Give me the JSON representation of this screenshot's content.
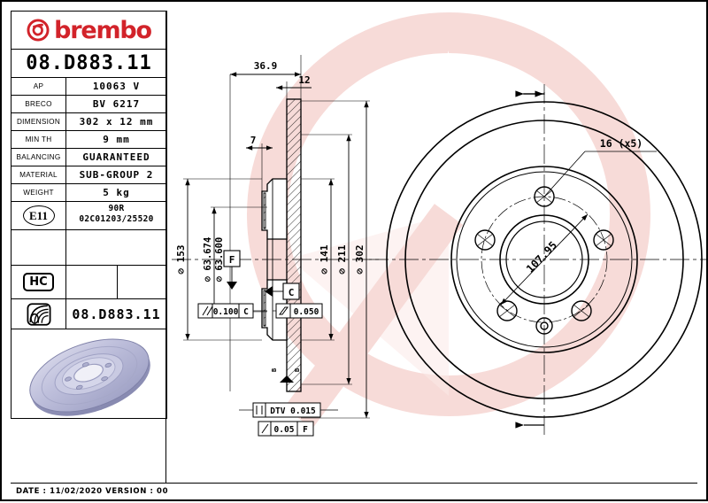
{
  "titleblock": {
    "brand": "brembo",
    "part_number": "08.D883.11",
    "part_number_repeat": "08.D883.11",
    "hc_badge": "HC",
    "e11_badge": "E11",
    "e11_line1": "90R",
    "e11_line2": "02C01203/25520",
    "rows": [
      {
        "label": "AP",
        "value": "10063 V"
      },
      {
        "label": "BRECO",
        "value": "BV 6217"
      },
      {
        "label": "DIMENSION",
        "value": "302 x 12 mm"
      },
      {
        "label": "MIN TH",
        "value": "9 mm"
      },
      {
        "label": "BALANCING",
        "value": "GUARANTEED"
      },
      {
        "label": "MATERIAL",
        "value": "SUB-GROUP 2"
      },
      {
        "label": "WEIGHT",
        "value": "5 kg"
      }
    ]
  },
  "footer": {
    "text": "DATE :  11/02/2020 VERSION :  00"
  },
  "section_view": {
    "overall_width": "36.9",
    "disc_thickness": "12",
    "hat_offset": "7",
    "outer_ref_dia": "⊘ 153",
    "bore_max": "⊘ 63.674",
    "bore_min": "⊘ 63.600",
    "datum_f": "F",
    "datum_c": "C",
    "parallelism_symbol": "∥",
    "parallelism_value": "0.100",
    "parallelism_datum": "C",
    "flatness_value": "0.050",
    "dia_141": "⊘ 141",
    "dia_211": "⊘ 211",
    "dia_302": "⊘ 302",
    "dtv_label": "DTV 0.015",
    "runout_value": "0.05",
    "runout_datum": "F"
  },
  "face_view": {
    "bolt_hole_note": "16 (x5)",
    "bolt_circle": "107.95"
  },
  "colors": {
    "brand_red": "#d2232a",
    "watermark": "#f6d9d6",
    "line": "#000000",
    "disc_body": "#b9bad6",
    "disc_light": "#d3d4e6",
    "disc_dark": "#9a9cbd"
  }
}
